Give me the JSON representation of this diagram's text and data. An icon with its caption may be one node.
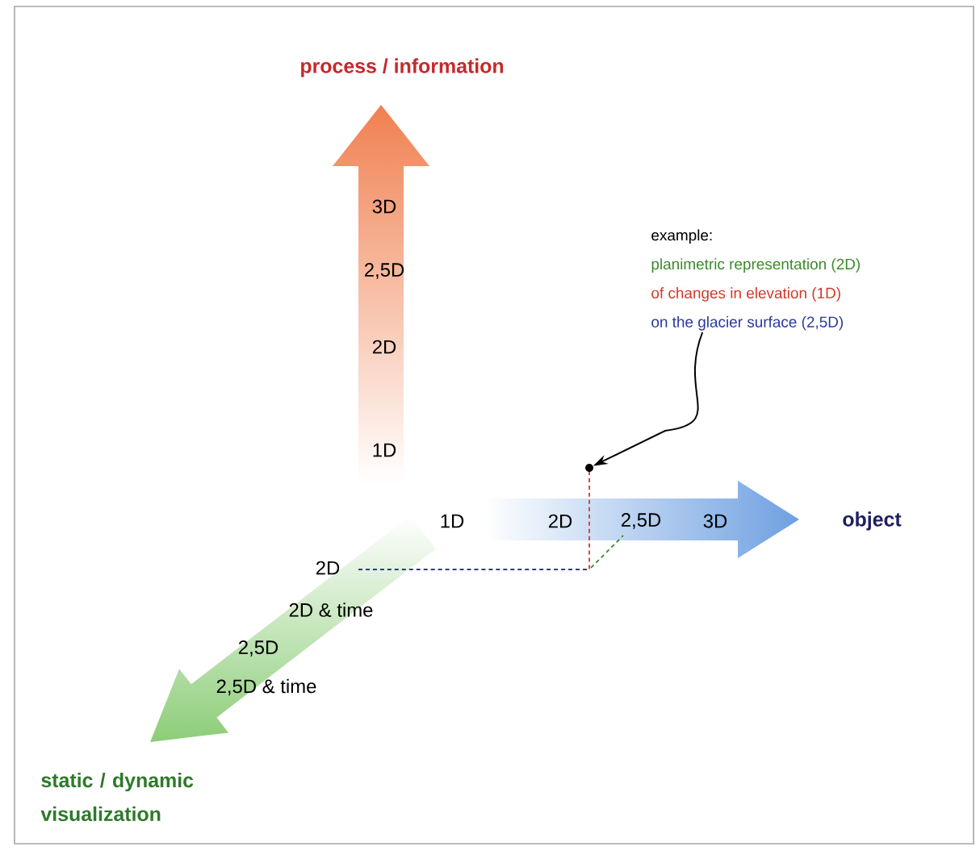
{
  "diagram": {
    "nodes": [
      {
        "text": [
          "example:",
          "planimetric representation (2D)",
          "of changes in elevation (1D)",
          "on the glacier surface (2,5D)"
        ]
      },
      {
        "text": [],
        "shape": "circle"
      }
    ],
    "edges": [
      {
        "from": 0,
        "to": 1,
        "arrow": "to"
      }
    ],
    "labels": [
      "process / information",
      "3D",
      "2,5D",
      "2D",
      "1D",
      "1D",
      "2D",
      "2,5D",
      "3D",
      "object",
      "2D",
      "2D & time",
      "2,5D",
      "2,5D & time",
      "static / dynamic visualization"
    ]
  }
}
